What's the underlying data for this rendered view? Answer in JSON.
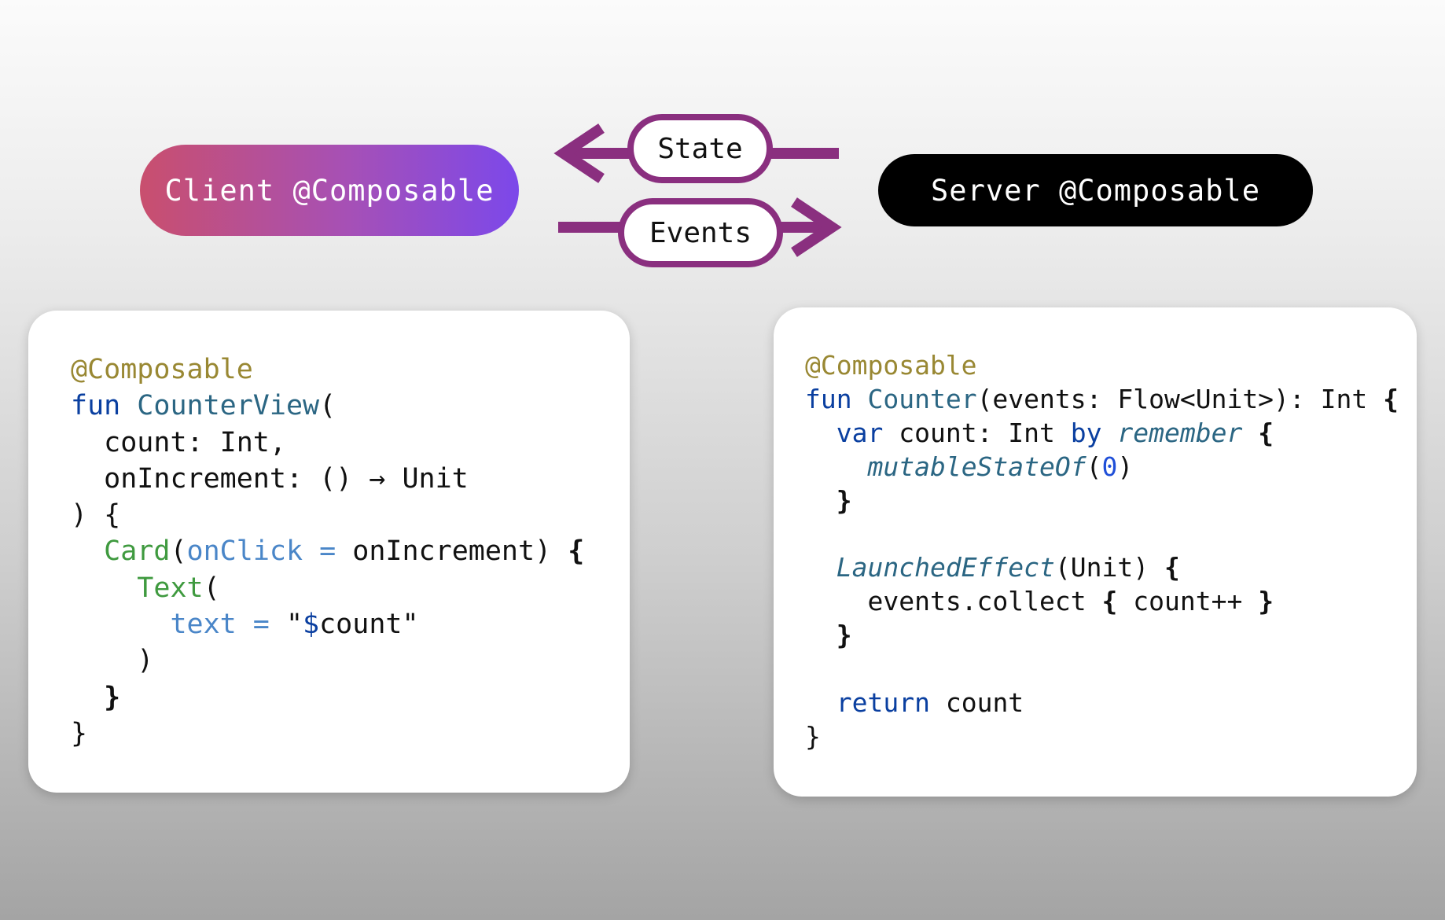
{
  "client_pill": {
    "label": "Client @Composable"
  },
  "server_pill": {
    "label": "Server @Composable"
  },
  "state_tag": {
    "label": "State"
  },
  "events_tag": {
    "label": "Events"
  },
  "client_code": {
    "annotation": "@Composable",
    "kw_fun": "fun",
    "fn_name": "CounterView",
    "open_paren": "(",
    "param_count": "count: Int,",
    "param_onincrement": "onIncrement: () → Unit",
    "close_sig": ") {",
    "card_name": "Card",
    "card_paren": "(",
    "card_param": "onClick =",
    "card_rest": " onIncrement) ",
    "card_brace": "{",
    "text_name": "Text",
    "text_paren": "(",
    "text_param": "text =",
    "str_open": " \"",
    "str_dollar": "$",
    "str_rest": "count\"",
    "close_paren": ")",
    "close_card": "}",
    "close_fun": "}"
  },
  "server_code": {
    "annotation": "@Composable",
    "kw_fun": "fun",
    "fn_name": "Counter",
    "sig_rest": "(events: Flow<Unit>): Int ",
    "sig_brace": "{",
    "kw_var": "var",
    "var_mid": " count: Int ",
    "kw_by": "by",
    "fn_remember": "remember",
    "remember_brace": "{",
    "fn_mutable": "mutableStateOf",
    "paren_open": "(",
    "num_zero": "0",
    "paren_close": ")",
    "close_remember": "}",
    "fn_launched": "LaunchedEffect",
    "launched_rest": "(Unit) ",
    "launched_brace": "{",
    "collect_pre": "events.collect ",
    "collect_open": "{",
    "collect_mid": " count++ ",
    "collect_close": "}",
    "close_launched": "}",
    "kw_return": "return",
    "return_rest": " count",
    "close_fun": "}"
  },
  "colors": {
    "arrow": "#8a2f7f",
    "client_gradient_start": "#c94f6e",
    "client_gradient_end": "#7c48ea",
    "server_pill": "#000000"
  }
}
